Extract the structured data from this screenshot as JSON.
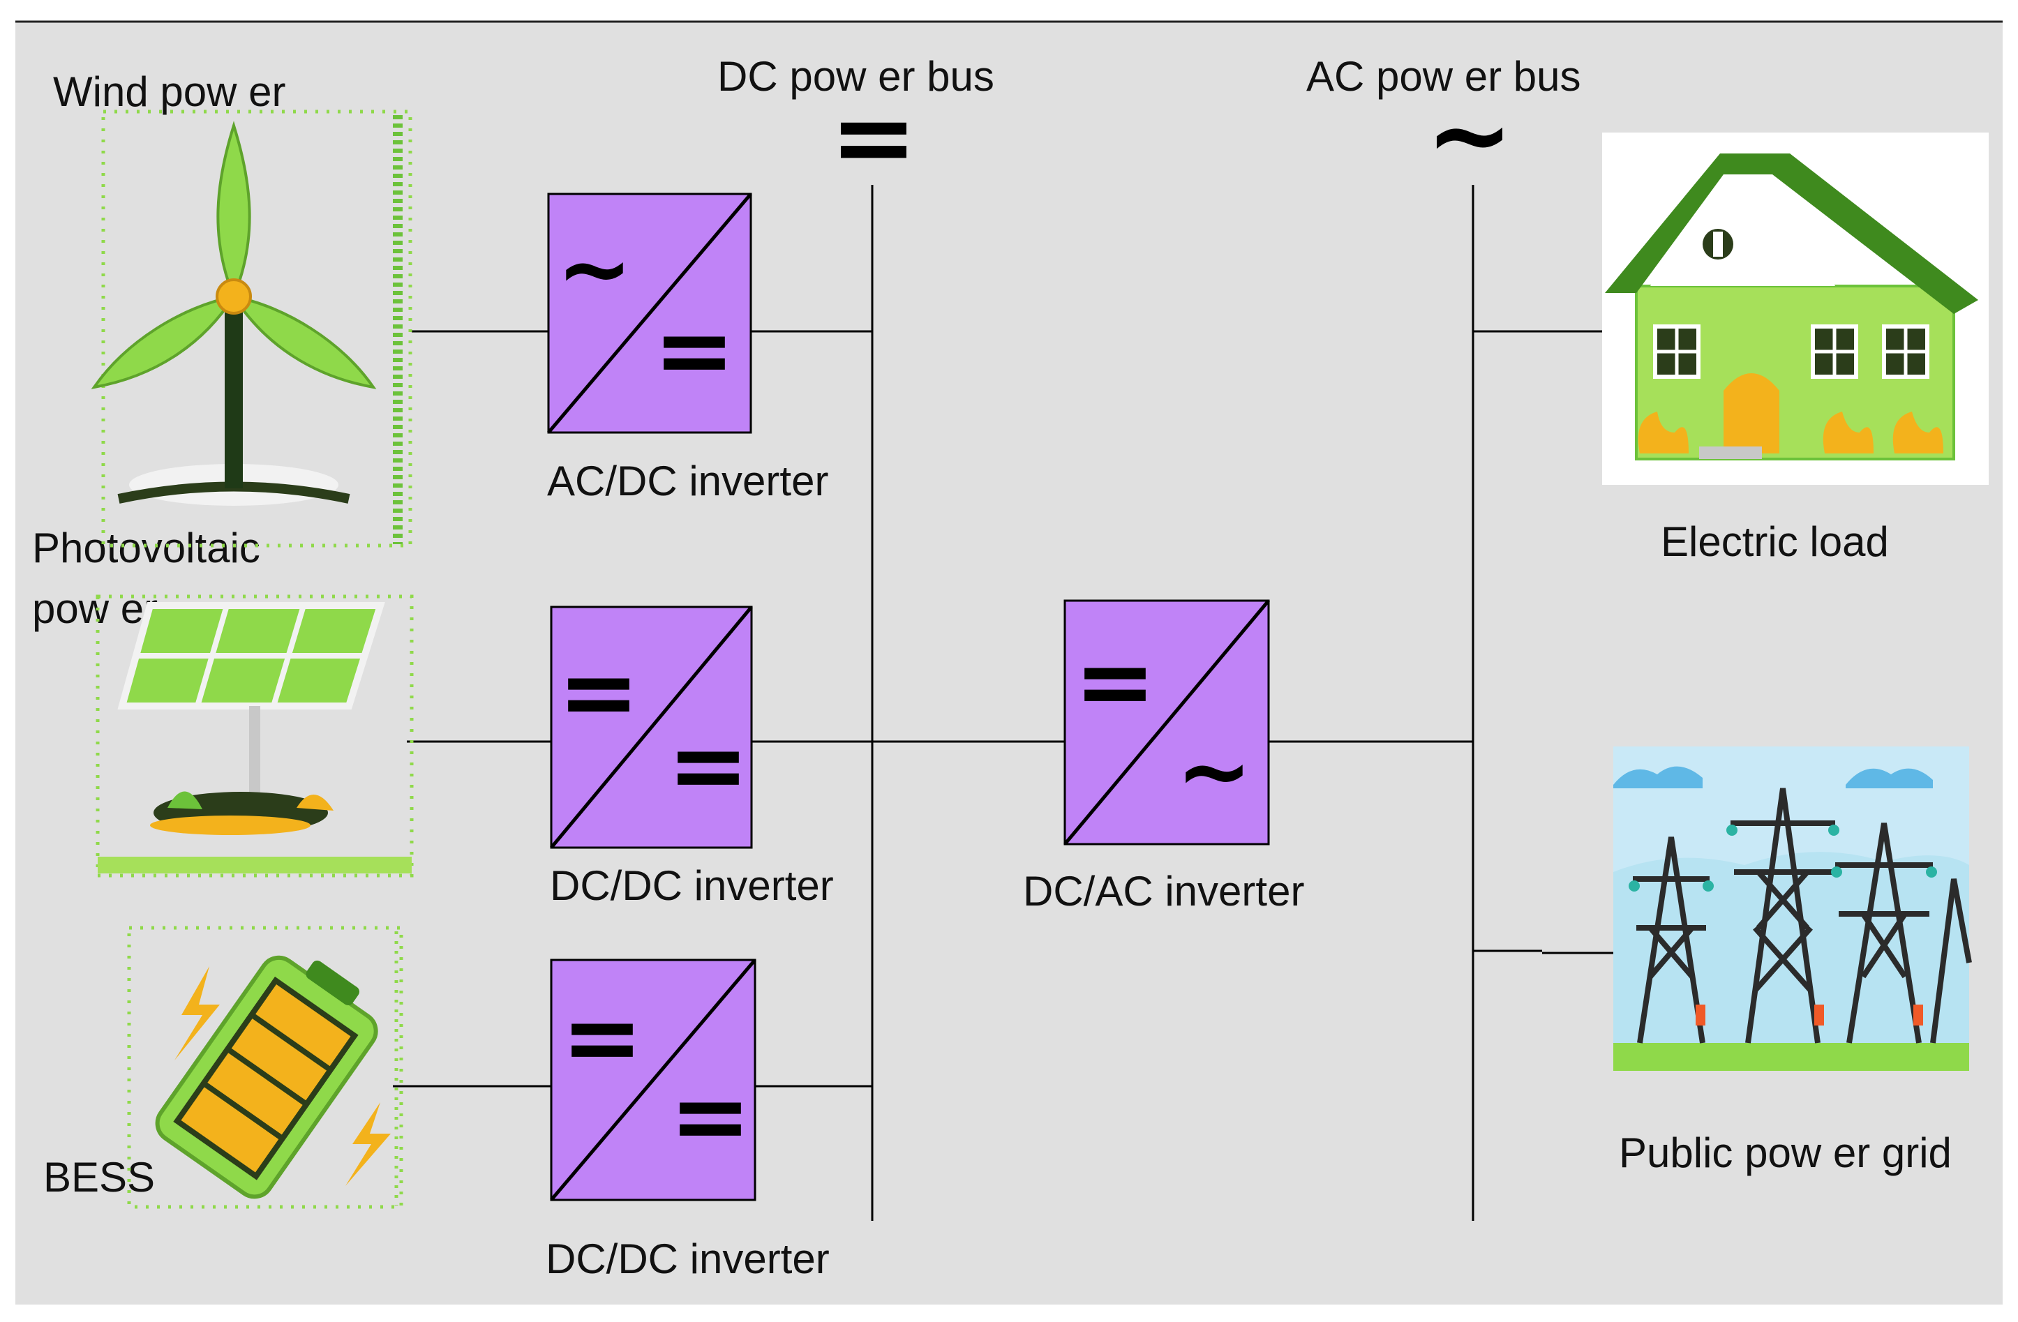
{
  "labels": {
    "wind": "Wind pow er",
    "pv_line1": "Photovoltaic",
    "pv_line2": "pow er",
    "bess": "BESS",
    "dc_bus": "DC pow er bus",
    "ac_bus": "AC pow er bus",
    "load": "Electric load",
    "grid": "Public pow er grid"
  },
  "bus_symbols": {
    "dc": "=",
    "ac": "~"
  },
  "converters": [
    {
      "id": "acdc",
      "label": "AC/DC inverter",
      "in_symbol": "~",
      "out_symbol": "="
    },
    {
      "id": "dcdc-pv",
      "label": "DC/DC inverter",
      "in_symbol": "=",
      "out_symbol": "="
    },
    {
      "id": "dcdc-bess",
      "label": "DC/DC inverter",
      "in_symbol": "=",
      "out_symbol": "="
    },
    {
      "id": "dcac",
      "label": "DC/AC inverter",
      "in_symbol": "=",
      "out_symbol": "~"
    }
  ],
  "colors": {
    "background": "#e0e0e0",
    "converter_fill": "#c083f7",
    "leaf_green": "#8fd94a",
    "dark_green": "#3f8a1e",
    "house_wall": "#a6e05a",
    "sky": "#c9e9f7",
    "battery_yellow": "#f3b21c"
  }
}
